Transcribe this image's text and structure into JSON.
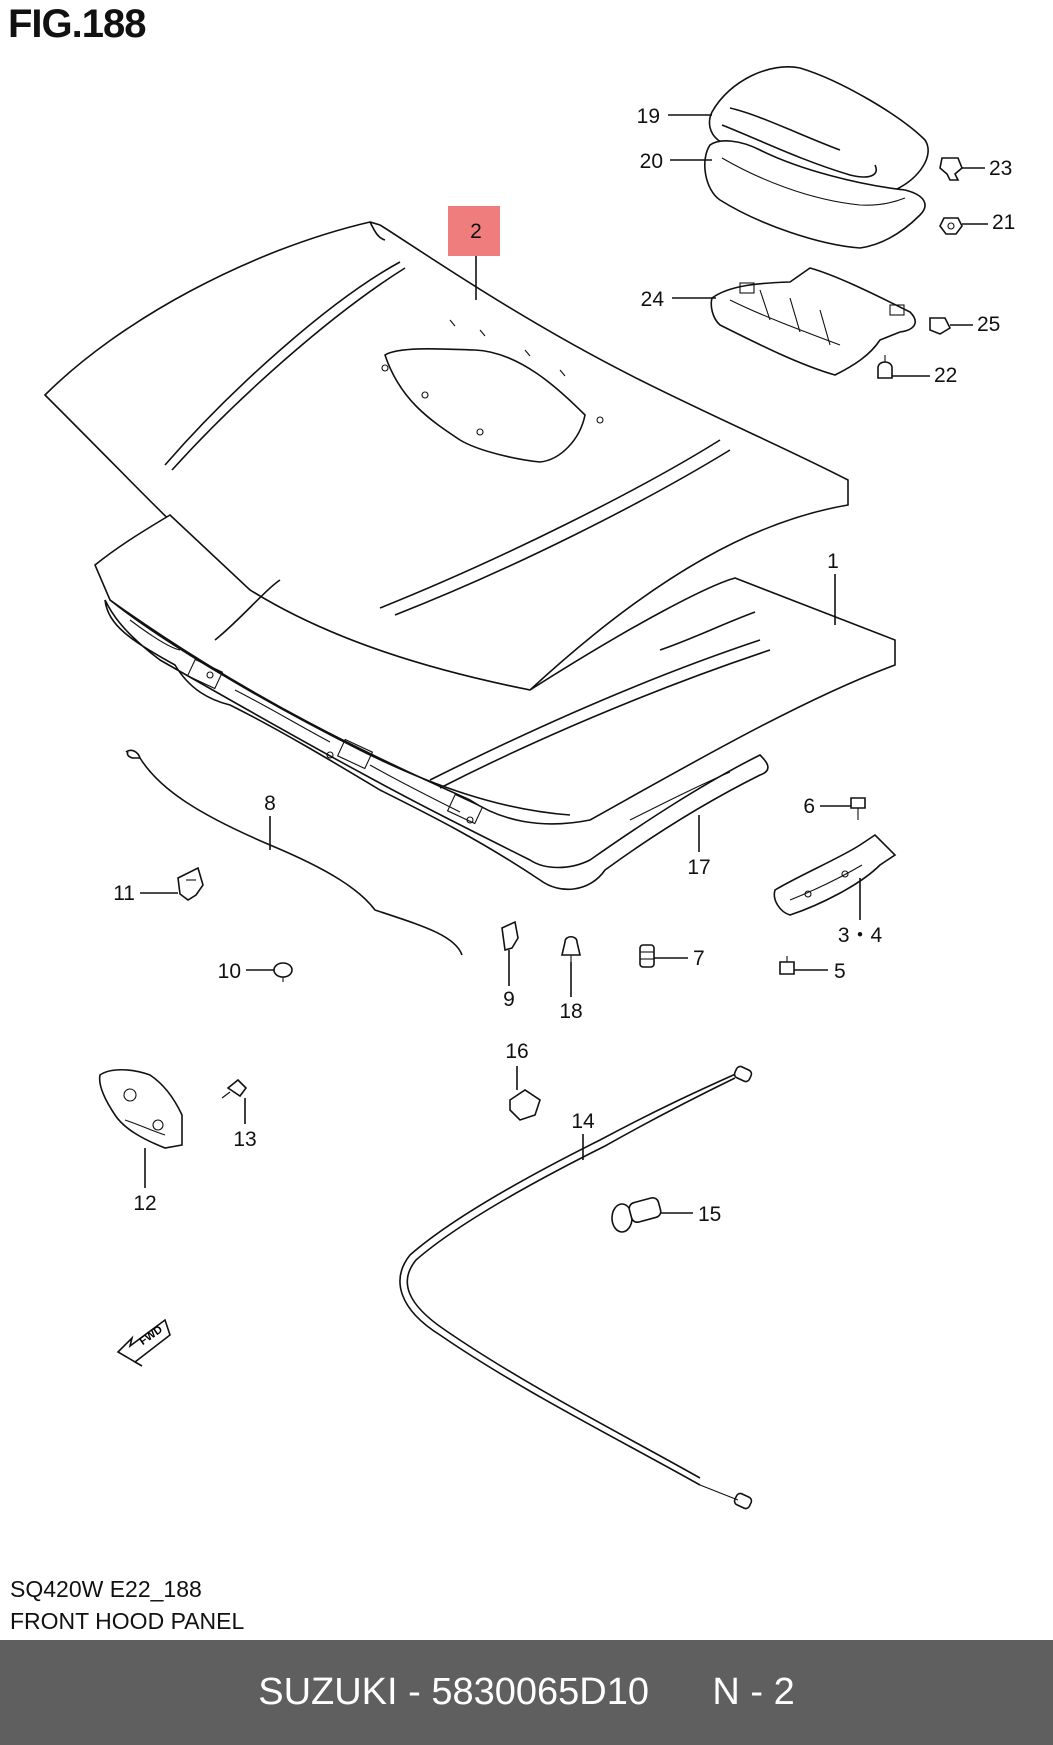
{
  "figure": {
    "title": "FIG.188"
  },
  "callouts": {
    "c1": "1",
    "c2": "2",
    "c34": "3・4",
    "c5": "5",
    "c6": "6",
    "c7": "7",
    "c8": "8",
    "c9": "9",
    "c10": "10",
    "c11": "11",
    "c12": "12",
    "c13": "13",
    "c14": "14",
    "c15": "15",
    "c16": "16",
    "c17": "17",
    "c18": "18",
    "c19": "19",
    "c20": "20",
    "c21": "21",
    "c22": "22",
    "c23": "23",
    "c24": "24",
    "c25": "25"
  },
  "highlight": {
    "part_number": "2",
    "color": "#f07d7d"
  },
  "direction_arrow": {
    "label": "FWD",
    "icon": "fwd-arrow-icon"
  },
  "caption": {
    "model_code": "SQ420W E22_188",
    "section_name": "FRONT HOOD PANEL"
  },
  "footer": {
    "brand": "SUZUKI",
    "separator": "-",
    "part_number": "5830065D10",
    "page": "N - 2",
    "background": "#5f5f5f"
  }
}
